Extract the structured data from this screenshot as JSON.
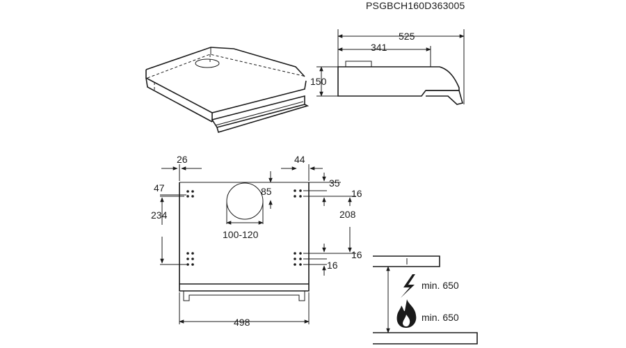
{
  "product_code": "PSGBCH160D363005",
  "side_view": {
    "depth_total": "525",
    "depth_upper": "341",
    "height": "150"
  },
  "mounting_view": {
    "left_edge_offset": "26",
    "right_edge_offset": "44",
    "top_right_offset": "35",
    "right_hole_spacing_top": "16",
    "left_top_offset": "47",
    "duct_diameter": "85",
    "duct_range": "100-120",
    "left_vertical": "234",
    "right_vertical": "208",
    "right_hole_spacing_mid": "16",
    "right_hole_spacing_bottom": "16",
    "width": "498"
  },
  "clearance": {
    "electric_label": "min. 650",
    "gas_label": "min. 650"
  },
  "icons": [
    "lightning-icon",
    "flame-icon"
  ]
}
